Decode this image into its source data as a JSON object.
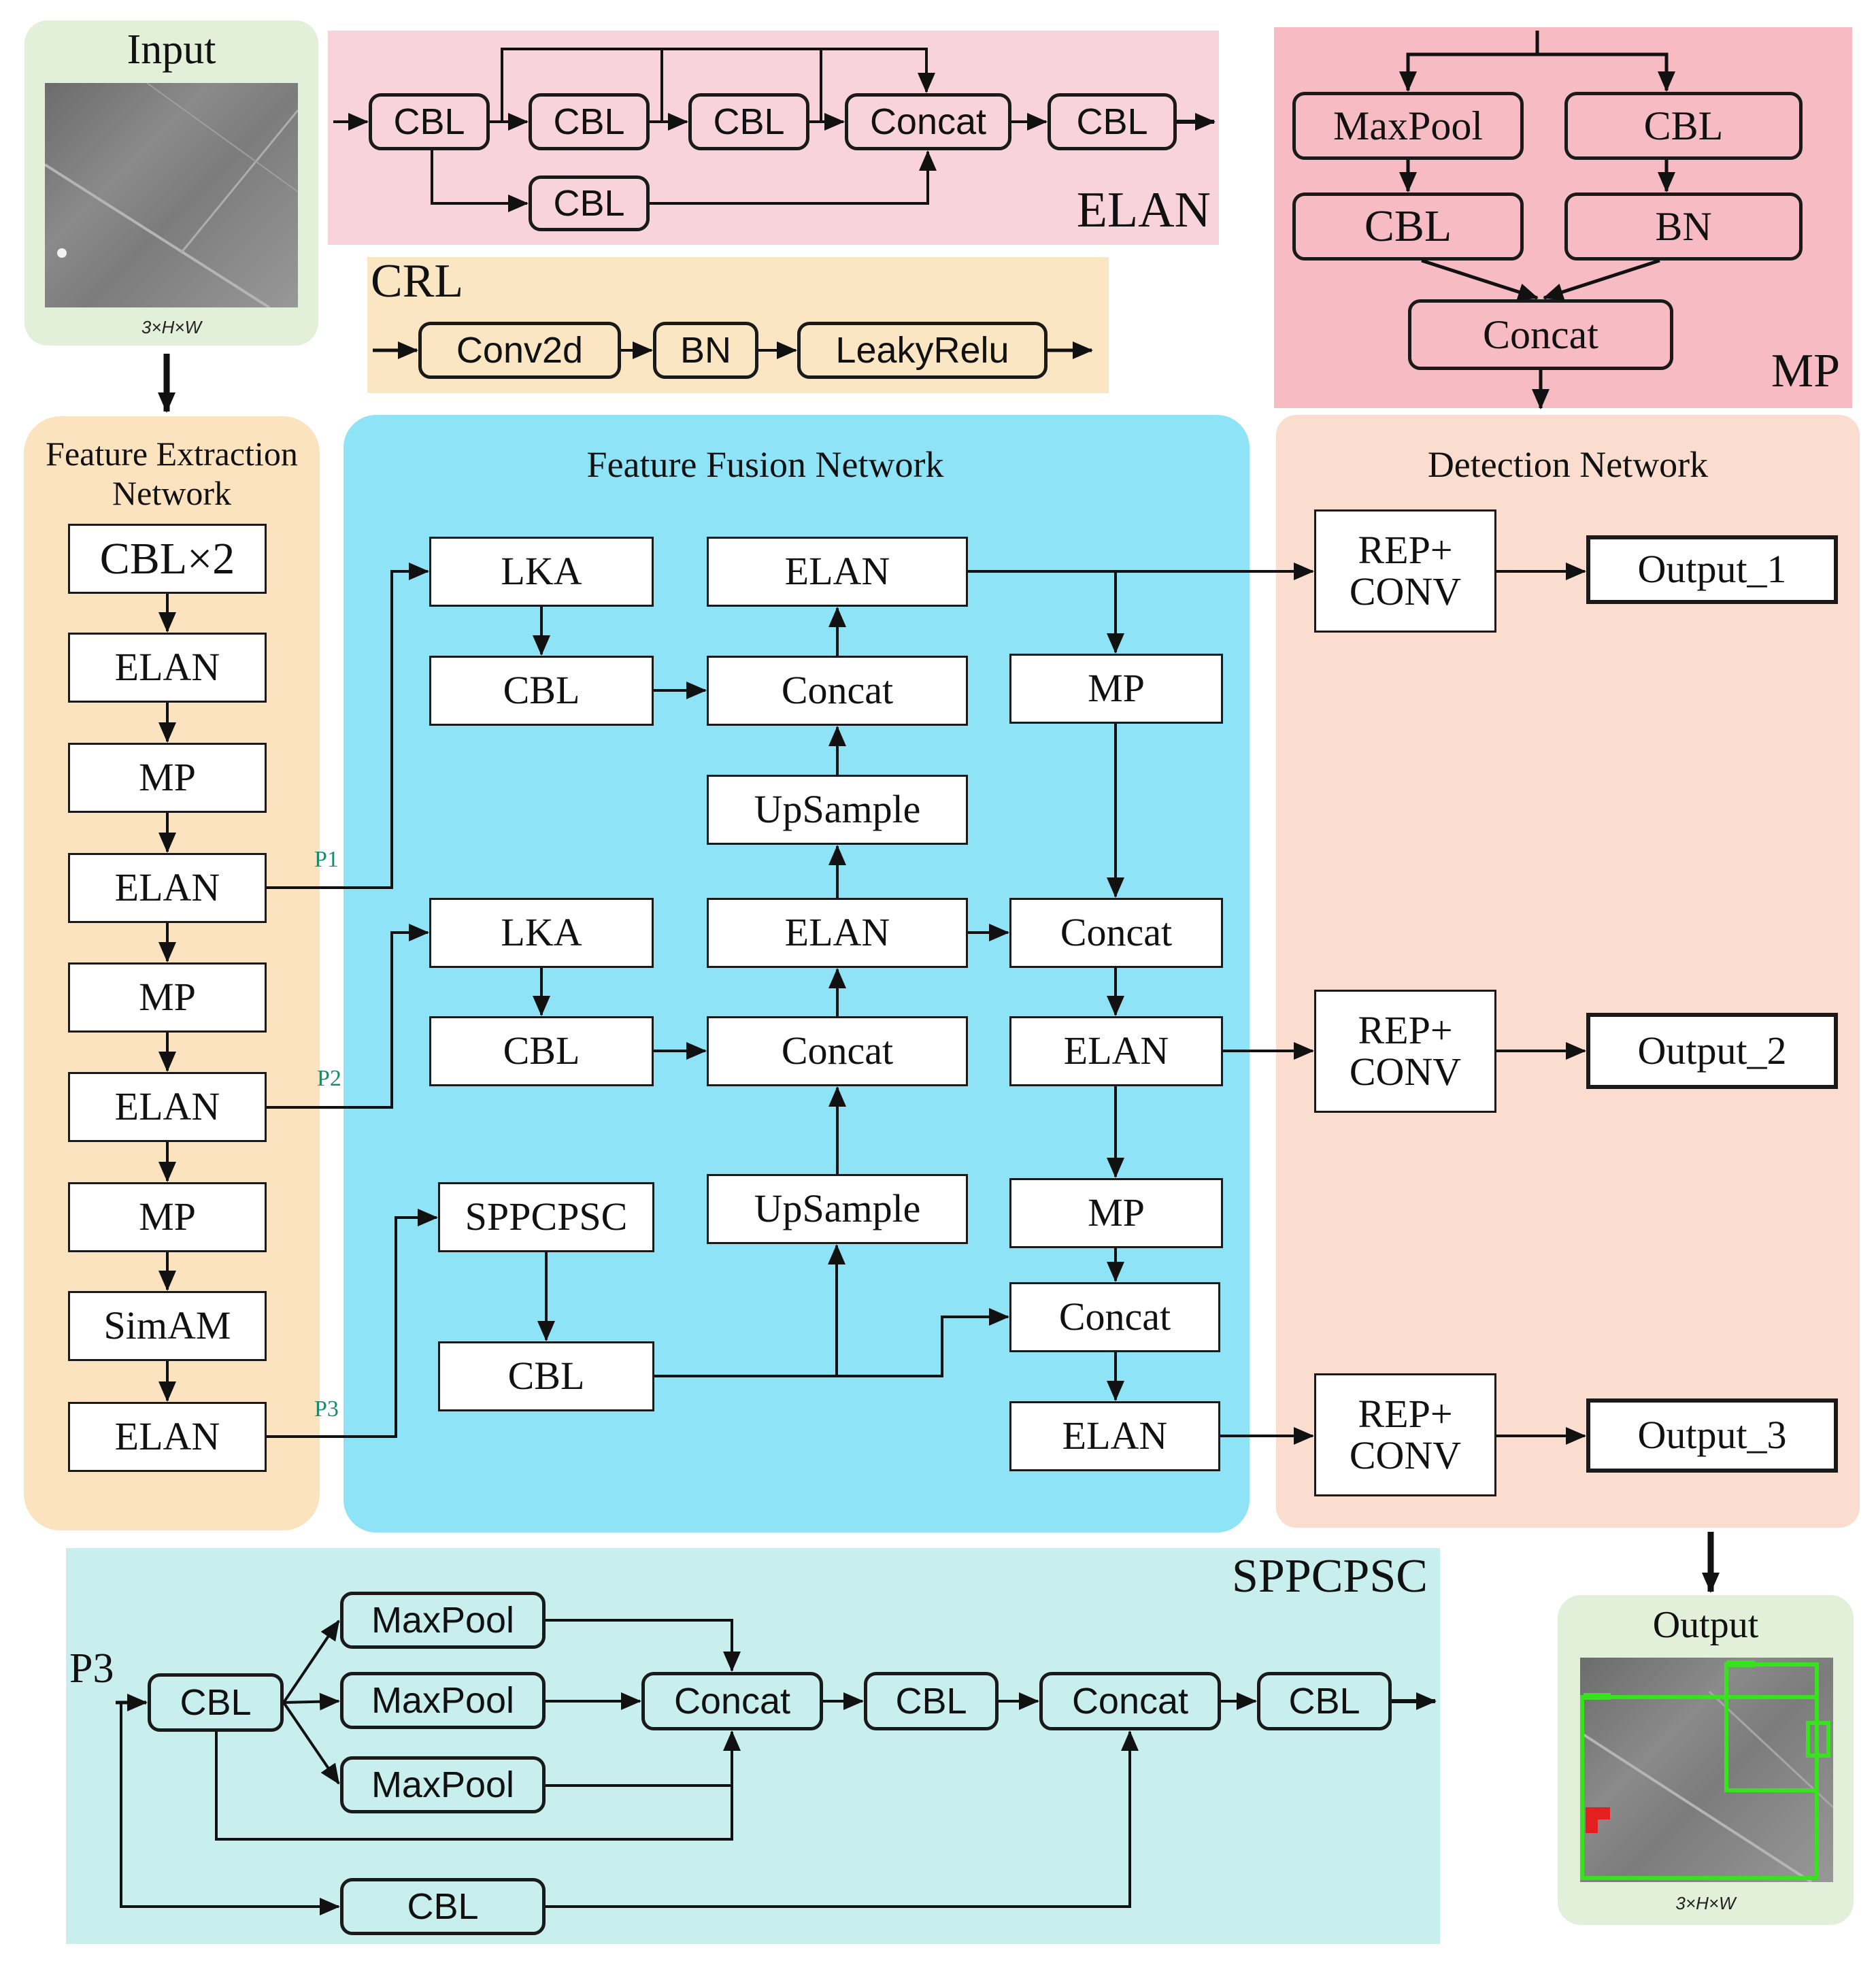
{
  "colors": {
    "input_panel": "#e2efd9",
    "elan_panel": "#f9d3dc",
    "crl_panel": "#fbe6c4",
    "mp_panel": "#f7bcc3",
    "feature_extraction_panel": "#fbe3c0",
    "feature_fusion_panel": "#8fe3f7",
    "detection_panel": "#fbddd0",
    "sppcpsc_panel": "#c8eeee",
    "output_panel": "#e2efd9",
    "scale_label": "#1b8a6b",
    "detection_box": "#39e21e",
    "defect_box": "#e31f1f"
  },
  "input": {
    "title": "Input",
    "caption": "3×H×W"
  },
  "elan_block": {
    "title": "ELAN",
    "nodes": [
      "CBL",
      "CBL",
      "CBL",
      "Concat",
      "CBL",
      "CBL"
    ]
  },
  "crl_block": {
    "title": "CRL",
    "nodes": [
      "Conv2d",
      "BN",
      "LeakyRelu"
    ]
  },
  "mp_block": {
    "title": "MP",
    "nodes": [
      "MaxPool",
      "CBL",
      "CBL",
      "BN",
      "Concat"
    ]
  },
  "feature_extraction": {
    "title": "Feature Extraction\nNetwork",
    "nodes": [
      "CBL×2",
      "ELAN",
      "MP",
      "ELAN",
      "MP",
      "ELAN",
      "MP",
      "SimAM",
      "ELAN"
    ],
    "scale_labels": [
      "P1",
      "P2",
      "P3"
    ]
  },
  "feature_fusion": {
    "title": "Feature Fusion Network",
    "nodes": [
      "LKA",
      "ELAN",
      "CBL",
      "Concat",
      "MP",
      "UpSample",
      "LKA",
      "ELAN",
      "Concat",
      "CBL",
      "Concat",
      "ELAN",
      "SPPCPSC",
      "UpSample",
      "MP",
      "CBL",
      "Concat",
      "ELAN"
    ]
  },
  "detection": {
    "title": "Detection Network",
    "heads": [
      "REP+\nCONV",
      "REP+\nCONV",
      "REP+\nCONV"
    ],
    "outputs": [
      "Output_1",
      "Output_2",
      "Output_3"
    ]
  },
  "sppcpsc": {
    "title": "SPPCPSC",
    "input_label": "P3",
    "nodes": [
      "CBL",
      "MaxPool",
      "MaxPool",
      "MaxPool",
      "Concat",
      "CBL",
      "Concat",
      "CBL",
      "CBL"
    ]
  },
  "output": {
    "title": "Output",
    "caption": "3×H×W"
  }
}
